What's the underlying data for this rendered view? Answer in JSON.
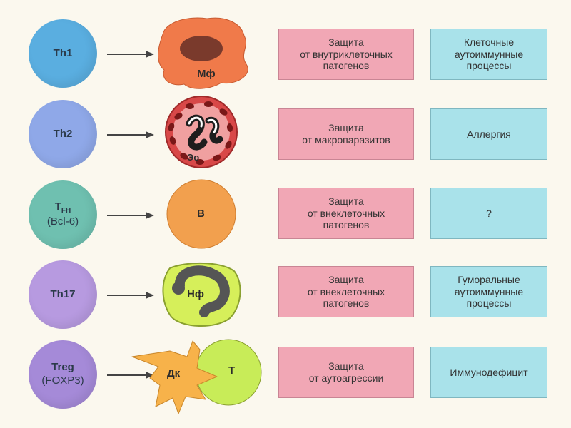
{
  "rows": [
    {
      "th_lines": [
        "Th1"
      ],
      "cell_label": "Мф",
      "function": "Защита\nот внутриклеточных\nпатогенов",
      "pathology": "Клеточные\nаутоиммунные\nпроцессы"
    },
    {
      "th_lines": [
        "Th2"
      ],
      "cell_label": "Эо",
      "function": "Защита\nот макропаразитов",
      "pathology": "Аллергия"
    },
    {
      "th_main": "T",
      "th_sub": "FH",
      "th_line2": "(Bcl-6)",
      "cell_label": "В",
      "function": "Защита\nот внеклеточных\nпатогенов",
      "pathology": "?"
    },
    {
      "th_lines": [
        "Th17"
      ],
      "cell_label": "Нф",
      "function": "Защита\nот внеклеточных\nпатогенов",
      "pathology": "Гуморальные\nаутоиммунные\nпроцессы"
    },
    {
      "th_lines": [
        "Treg",
        "(FOXP3)"
      ],
      "cell_label": "Дк",
      "cell_label_2": "Т",
      "function": "Защита\nот аутоагрессии",
      "pathology": "Иммунодефицит"
    }
  ],
  "colors": {
    "th_circle": "#5aaee0",
    "th2_circle": "#8fa8e8",
    "tfh_circle": "#6fc0b0",
    "th17_circle": "#b79ae0",
    "treg_circle": "#a58ad8",
    "macrophage": "#f07a4a",
    "eosinophil": "#d84848",
    "b_cell": "#f2a04e",
    "neutrophil": "#d6ef5a",
    "dendritic": "#f7b24a",
    "t_cell": "#c8ec58",
    "pink_box": "#f1a7b5",
    "blue_box": "#a9e2ea"
  }
}
